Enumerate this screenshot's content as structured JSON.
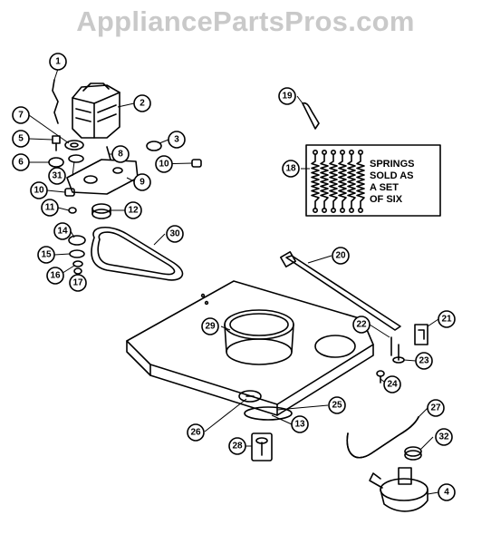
{
  "watermark": "AppliancePartsPros.com",
  "springs_note": [
    "SPRINGS",
    "SOLD AS",
    "A SET",
    "OF SIX"
  ],
  "callouts": [
    {
      "id": "c1",
      "label": "1"
    },
    {
      "id": "c2",
      "label": "2"
    },
    {
      "id": "c3",
      "label": "3"
    },
    {
      "id": "c4",
      "label": "4"
    },
    {
      "id": "c5",
      "label": "5"
    },
    {
      "id": "c6",
      "label": "6"
    },
    {
      "id": "c7",
      "label": "7"
    },
    {
      "id": "c8",
      "label": "8"
    },
    {
      "id": "c9",
      "label": "9"
    },
    {
      "id": "c10a",
      "label": "10"
    },
    {
      "id": "c10b",
      "label": "10"
    },
    {
      "id": "c11",
      "label": "11"
    },
    {
      "id": "c12",
      "label": "12"
    },
    {
      "id": "c13",
      "label": "13"
    },
    {
      "id": "c14",
      "label": "14"
    },
    {
      "id": "c15",
      "label": "15"
    },
    {
      "id": "c16",
      "label": "16"
    },
    {
      "id": "c17",
      "label": "17"
    },
    {
      "id": "c18",
      "label": "18"
    },
    {
      "id": "c19",
      "label": "19"
    },
    {
      "id": "c20",
      "label": "20"
    },
    {
      "id": "c21",
      "label": "21"
    },
    {
      "id": "c22",
      "label": "22"
    },
    {
      "id": "c23",
      "label": "23"
    },
    {
      "id": "c24",
      "label": "24"
    },
    {
      "id": "c25",
      "label": "25"
    },
    {
      "id": "c26",
      "label": "26"
    },
    {
      "id": "c27",
      "label": "27"
    },
    {
      "id": "c28",
      "label": "28"
    },
    {
      "id": "c29",
      "label": "29"
    },
    {
      "id": "c30",
      "label": "30"
    },
    {
      "id": "c31",
      "label": "31"
    },
    {
      "id": "c32",
      "label": "32"
    }
  ]
}
